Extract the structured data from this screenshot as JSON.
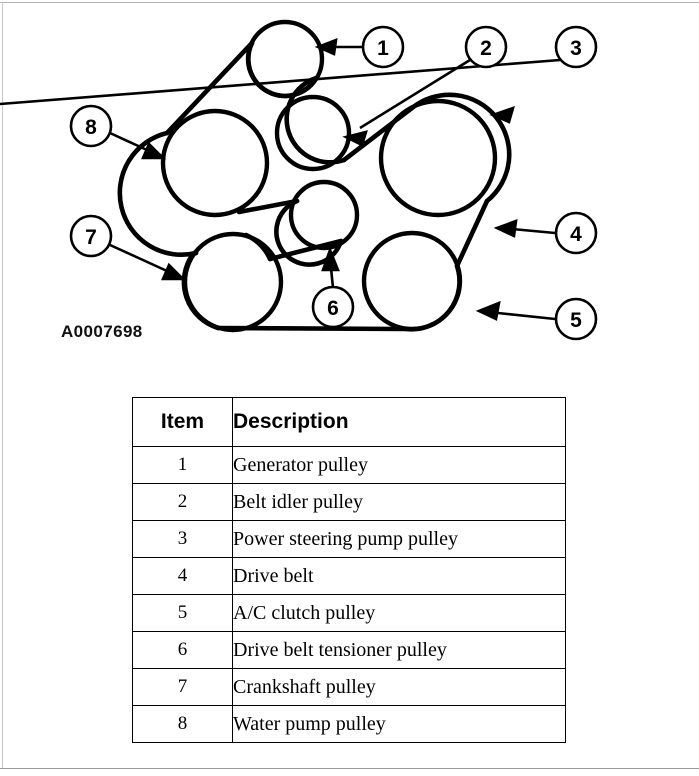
{
  "figure": {
    "id_label": "A0007698",
    "alt_title": "Accessory drive belt routing diagram"
  },
  "callouts": [
    {
      "number": "1",
      "target": "generator-pulley"
    },
    {
      "number": "2",
      "target": "belt-idler-pulley"
    },
    {
      "number": "3",
      "target": "power-steering-pump-pulley"
    },
    {
      "number": "4",
      "target": "drive-belt"
    },
    {
      "number": "5",
      "target": "ac-clutch-pulley"
    },
    {
      "number": "6",
      "target": "drive-belt-tensioner-pulley"
    },
    {
      "number": "7",
      "target": "crankshaft-pulley"
    },
    {
      "number": "8",
      "target": "water-pump-pulley"
    }
  ],
  "table": {
    "columns": [
      "Item",
      "Description"
    ],
    "rows": [
      {
        "item": "1",
        "description": "Generator pulley"
      },
      {
        "item": "2",
        "description": "Belt idler pulley"
      },
      {
        "item": "3",
        "description": "Power steering pump pulley"
      },
      {
        "item": "4",
        "description": "Drive belt"
      },
      {
        "item": "5",
        "description": "A/C clutch pulley"
      },
      {
        "item": "6",
        "description": "Drive belt tensioner pulley"
      },
      {
        "item": "7",
        "description": "Crankshaft pulley"
      },
      {
        "item": "8",
        "description": "Water pump pulley"
      }
    ]
  },
  "colors": {
    "ink": "#000000",
    "paper": "#ffffff",
    "scan_rule": "#b4b4b4"
  }
}
